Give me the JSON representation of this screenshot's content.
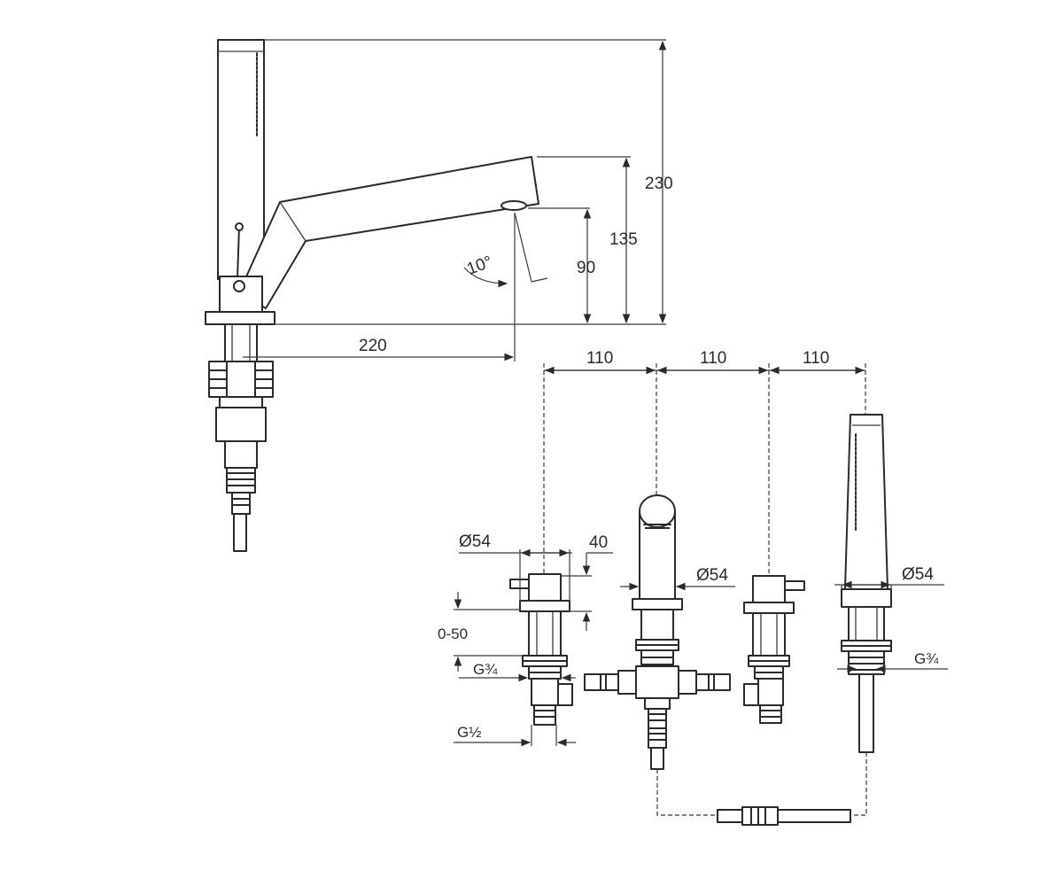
{
  "dimensions": {
    "overall_height": "230",
    "spout_height": "135",
    "outlet_height": "90",
    "spout_reach": "220",
    "spout_angle": "10°",
    "spacing_1": "110",
    "spacing_2": "110",
    "spacing_3": "110",
    "rosette_diameter_left": "Ø54",
    "rosette_diameter_center": "Ø54",
    "rosette_diameter_right": "Ø54",
    "handle_height": "40",
    "deck_thickness_range": "0-50",
    "thread_inlet_left": "G¾",
    "thread_outlet_left": "G½",
    "thread_hand_shower": "G¾"
  },
  "colors": {
    "line": "#2a2a2a",
    "background": "#ffffff"
  }
}
